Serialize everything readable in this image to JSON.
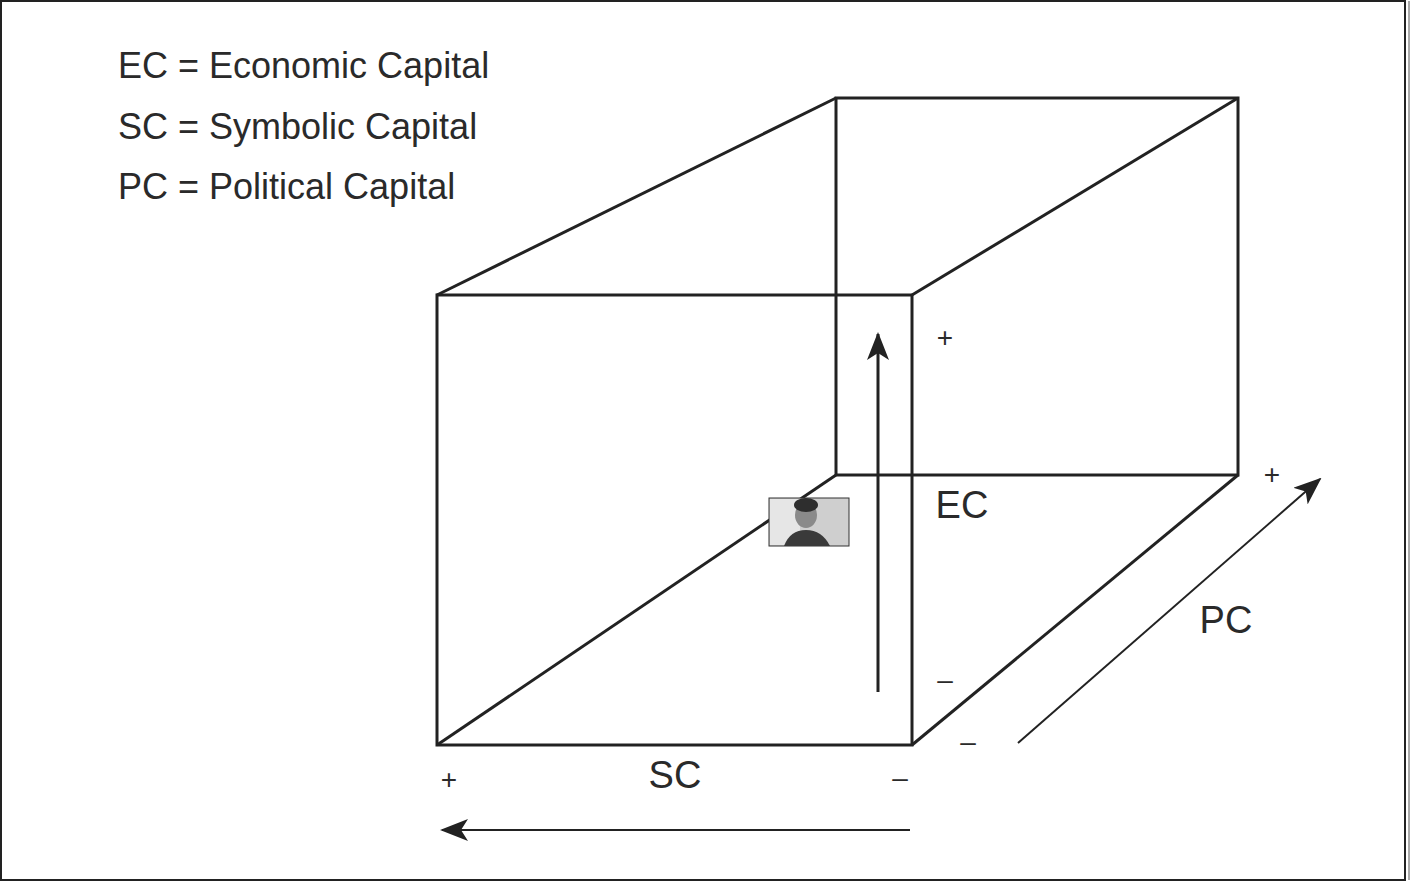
{
  "diagram": {
    "labels": [
      "EC = Economic Capital",
      "SC = Symbolic Capital",
      "PC = Political Capital",
      "+",
      "EC",
      "–",
      "+",
      "PC",
      "–",
      "+",
      "SC",
      "–"
    ]
  }
}
